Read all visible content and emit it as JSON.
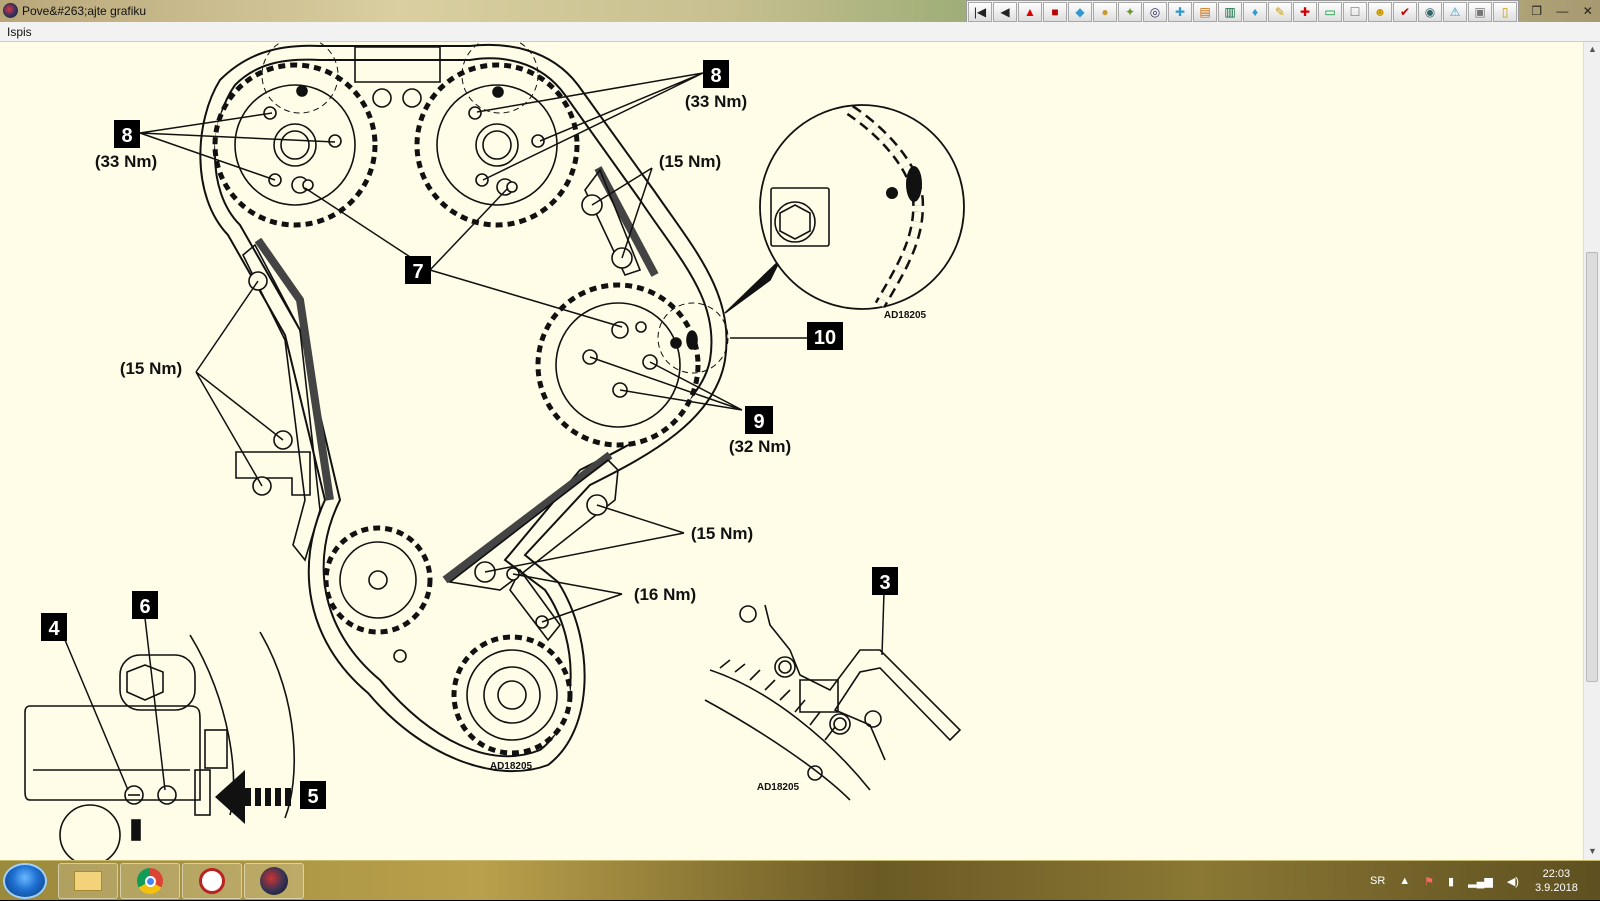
{
  "window": {
    "title": "Pove&#263;ajte grafiku"
  },
  "menu": {
    "items": [
      "Ispis"
    ]
  },
  "toolbar": {
    "buttons": [
      "first-page-icon",
      "previous-page-icon",
      "warning-icon",
      "flag-icon",
      "icon-5",
      "icon-6",
      "icon-7",
      "icon-8",
      "icon-9",
      "icon-10",
      "icon-11",
      "icon-12",
      "icon-13",
      "icon-14",
      "icon-15",
      "icon-16",
      "icon-17",
      "icon-18",
      "icon-19",
      "icon-20",
      "icon-21",
      "icon-22",
      "icon-23"
    ]
  },
  "drawing": {
    "callouts": {
      "c8a": "8",
      "c8b": "8",
      "c7": "7",
      "c10": "10",
      "c9": "9",
      "c3": "3",
      "c4": "4",
      "c5": "5",
      "c6": "6"
    },
    "torques": {
      "t33a": "(33 Nm)",
      "t33b": "(33 Nm)",
      "t15a": "(15 Nm)",
      "t15b": "(15 Nm)",
      "t15c": "(15 Nm)",
      "t16": "(16 Nm)",
      "t32": "(32 Nm)"
    },
    "refs": {
      "r1": "AD18205",
      "r2": "AD18205",
      "r3": "AD18205"
    }
  },
  "taskbar": {
    "apps": [
      "file-explorer-icon",
      "chrome-icon",
      "clock-app-icon",
      "car-app-icon"
    ],
    "lang": "SR",
    "time": "22:03",
    "date": "3.9.2018"
  }
}
